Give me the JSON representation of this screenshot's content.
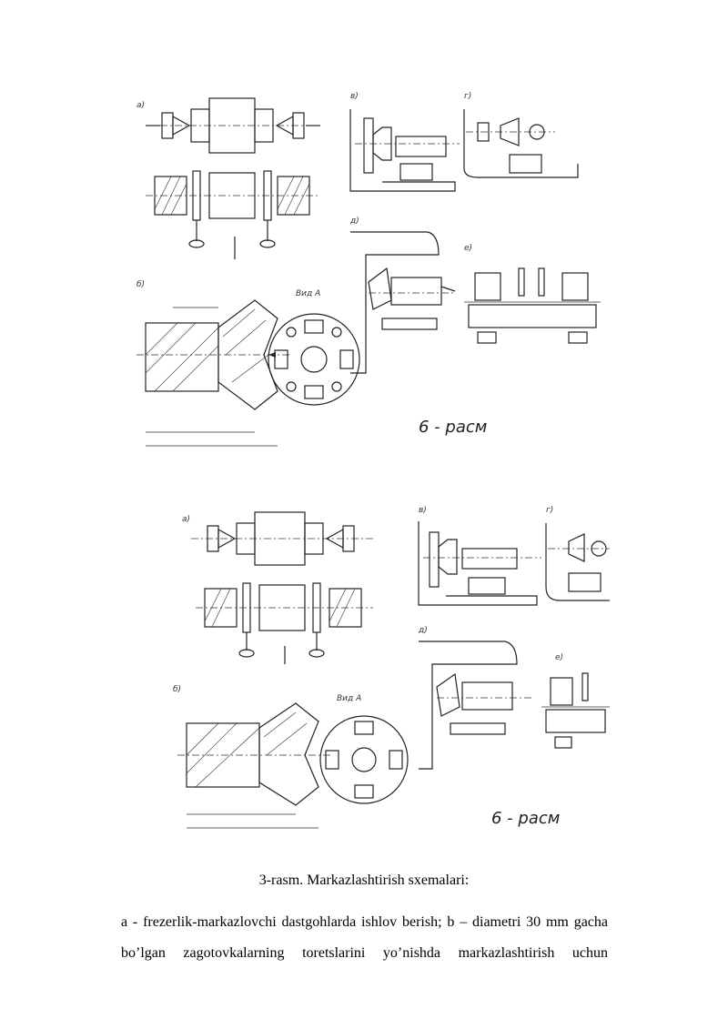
{
  "figure_top": {
    "labels": {
      "a": "a)",
      "b": "б)",
      "v": "в)",
      "g": "г)",
      "d": "д)",
      "e": "е)",
      "vid": "Вид А",
      "rasm": "6 - расм"
    }
  },
  "figure_bottom": {
    "labels": {
      "a": "a)",
      "b": "б)",
      "v": "в)",
      "g": "г)",
      "d": "д)",
      "e": "е)",
      "vid": "Вид А",
      "rasm": "6 - расм"
    }
  },
  "caption": "3-rasm. Markazlashtirish sxemalari:",
  "paragraph": {
    "line1": "a - frezerlik-markazlovchi dastgohlarda ishlov berish; b – diametri 30 mm gacha",
    "line2": "bo’lgan zagotovkalarning toretslarini yo’nishda markazlashtirish uchun"
  }
}
